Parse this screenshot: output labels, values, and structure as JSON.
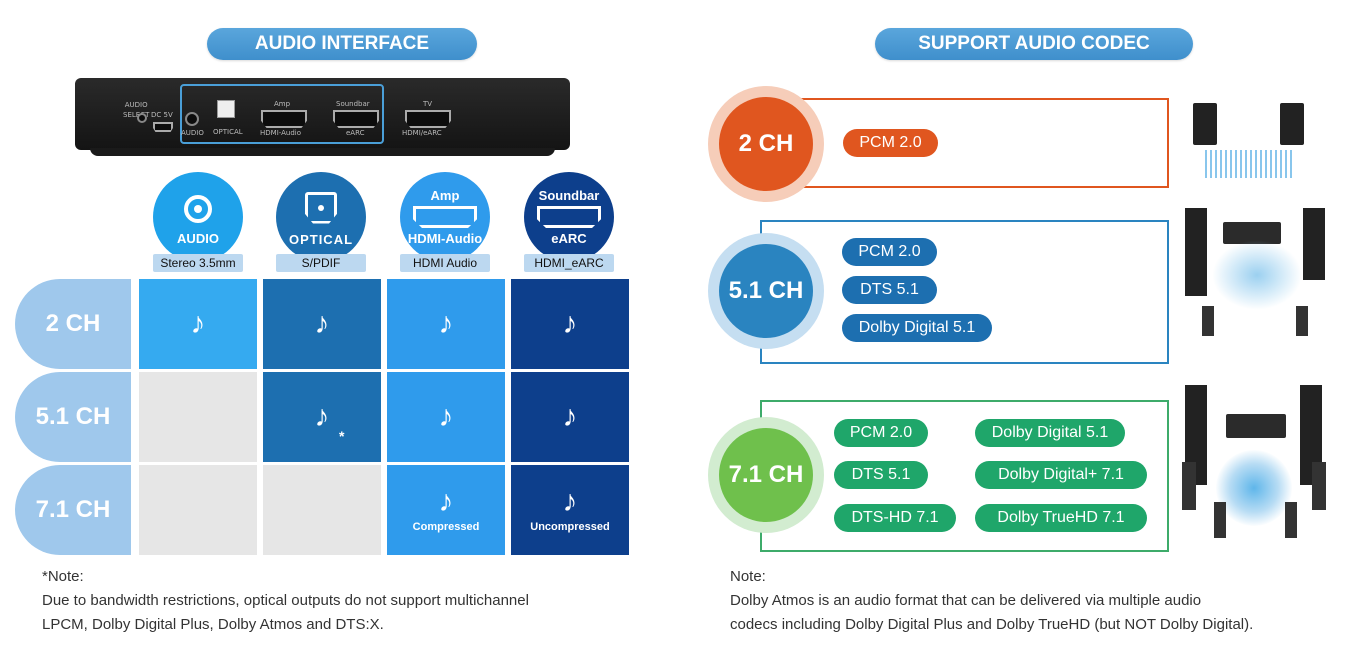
{
  "left": {
    "title": "AUDIO INTERFACE",
    "device_ports": {
      "audio_select": "AUDIO\nSELECT",
      "dc": "DC 5V",
      "audio": "AUDIO",
      "optical": "OPTICAL",
      "amp_top": "Amp",
      "amp_bottom": "HDMI-Audio",
      "soundbar_top": "Soundbar",
      "soundbar_bottom": "eARC",
      "tv_top": "TV",
      "tv_bottom": "HDMI/eARC"
    },
    "connectors": [
      {
        "icon_label": "AUDIO",
        "caption": "Stereo 3.5mm",
        "icon": "headphone-jack-icon"
      },
      {
        "icon_label": "OPTICAL",
        "caption": "S/PDIF",
        "icon": "optical-port-icon"
      },
      {
        "icon_top": "Amp",
        "icon_label": "HDMI-Audio",
        "caption": "HDMI Audio",
        "icon": "hdmi-port-icon"
      },
      {
        "icon_top": "Soundbar",
        "icon_label": "eARC",
        "caption": "HDMI_eARC",
        "icon": "hdmi-port-icon"
      }
    ],
    "rows": [
      "2 CH",
      "5.1 CH",
      "7.1 CH"
    ],
    "cells": {
      "note_glyph": "♪",
      "asterisk": "*",
      "compressed": "Compressed",
      "uncompressed": "Uncompressed"
    },
    "note": {
      "heading": "*Note:",
      "line1": "Due to bandwidth restrictions, optical outputs do not support multichannel",
      "line2": "LPCM, Dolby Digital Plus, Dolby Atmos and DTS:X."
    }
  },
  "right": {
    "title": "SUPPORT AUDIO CODEC",
    "sections": [
      {
        "label": "2 CH",
        "color": "#e0561f",
        "codecs": [
          "PCM 2.0"
        ]
      },
      {
        "label": "5.1 CH",
        "color": "#2a84c0",
        "codecs": [
          "PCM 2.0",
          "DTS 5.1",
          "Dolby Digital 5.1"
        ]
      },
      {
        "label": "7.1 CH",
        "color": "#3dab6a",
        "codecs": [
          "PCM 2.0",
          "DTS 5.1",
          "DTS-HD 7.1",
          "Dolby Digital 5.1",
          "Dolby Digital+ 7.1",
          "Dolby TrueHD 7.1"
        ]
      }
    ],
    "note": {
      "heading": "Note:",
      "line1": "Dolby Atmos is an audio format that can be delivered via multiple audio",
      "line2": "codecs including Dolby Digital Plus and Dolby TrueHD (but NOT Dolby Digital)."
    }
  },
  "colors": {
    "light_blue": "#35aaf0",
    "mid_blue": "#1d6fb0",
    "bright_blue": "#2f9bec",
    "dark_blue": "#0d3f8c",
    "gray_cell": "#e6e6e6"
  }
}
